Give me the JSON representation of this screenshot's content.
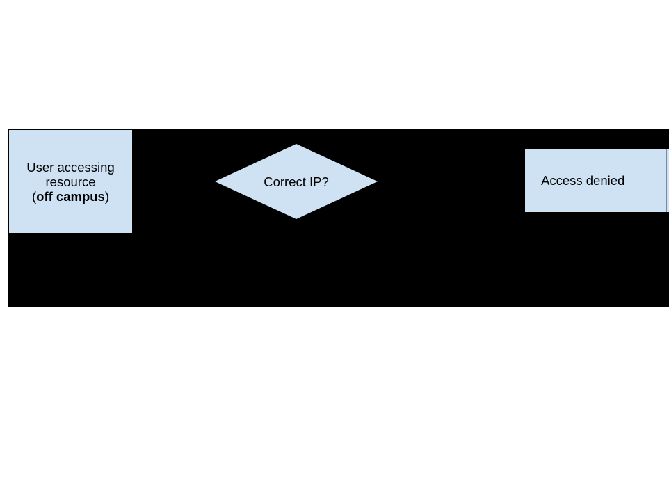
{
  "page": {
    "background": "#ffffff"
  },
  "flowchart": {
    "colors": {
      "region_background": "#000000",
      "node_fill": "#cfe2f3",
      "node_border": "#000000",
      "denied_divider": "#7a8a9a",
      "text": "#000000"
    },
    "nodes": {
      "start": {
        "line1": "User accessing",
        "line2": "resource",
        "line3_open": "(",
        "line3_bold": "off campus",
        "line3_close": ")"
      },
      "decision": {
        "label": "Correct IP?"
      },
      "denied": {
        "label": "Access denied"
      }
    }
  }
}
